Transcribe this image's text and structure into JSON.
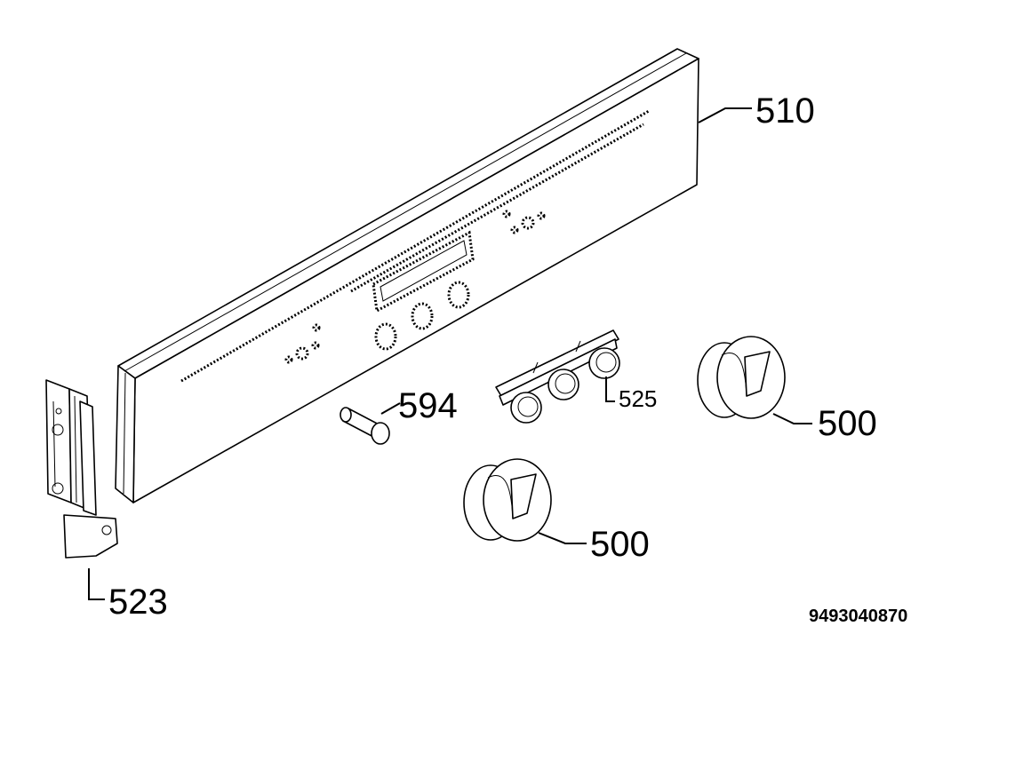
{
  "diagram": {
    "document_number": "9493040870",
    "callouts": [
      {
        "id": "control-panel",
        "label": "510"
      },
      {
        "id": "bracket",
        "label": "523"
      },
      {
        "id": "light-pin",
        "label": "594"
      },
      {
        "id": "switch-assembly",
        "label": "525"
      },
      {
        "id": "knob-upper",
        "label": "500"
      },
      {
        "id": "knob-lower",
        "label": "500"
      }
    ]
  }
}
